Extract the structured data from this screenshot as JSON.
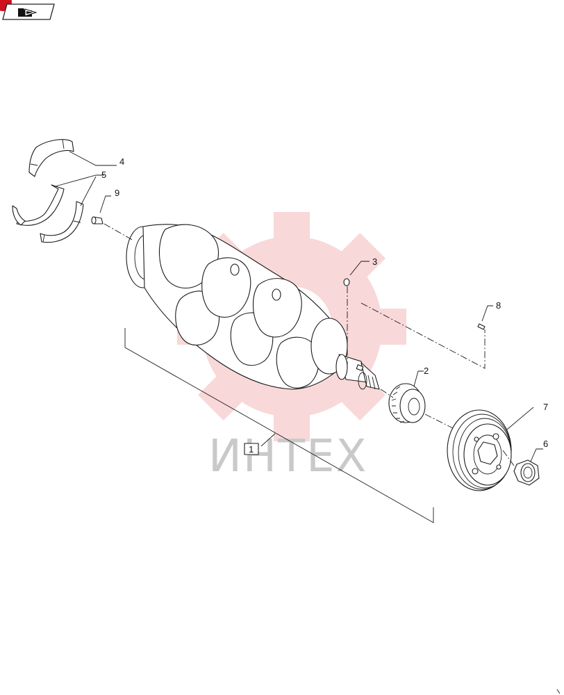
{
  "watermark": {
    "text": "ИНТЕХ",
    "color": "#f4b9b9"
  },
  "nav_badge": {
    "icon": "folder-arrow-icon",
    "accent": "#d0101c"
  },
  "callouts": {
    "p1": "1",
    "p2": "2",
    "p3": "3",
    "p4": "4",
    "p5": "5",
    "p6": "6",
    "p7": "7",
    "p8": "8",
    "p9": "9"
  },
  "parts": [
    {
      "ref": "1",
      "name": "crankshaft"
    },
    {
      "ref": "2",
      "name": "timing-gear"
    },
    {
      "ref": "3",
      "name": "key"
    },
    {
      "ref": "4",
      "name": "thrust-washer"
    },
    {
      "ref": "5",
      "name": "thrust-washer-pair"
    },
    {
      "ref": "6",
      "name": "nut"
    },
    {
      "ref": "7",
      "name": "pulley"
    },
    {
      "ref": "8",
      "name": "pin"
    },
    {
      "ref": "9",
      "name": "dowel-pin"
    }
  ]
}
